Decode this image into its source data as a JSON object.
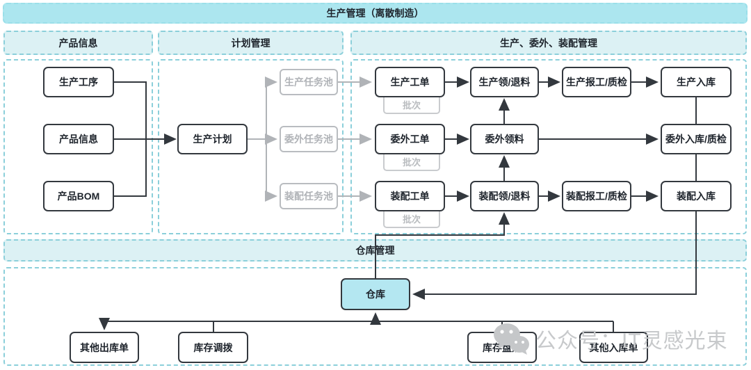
{
  "banner": {
    "title": "生产管理（离散制造）"
  },
  "sections": {
    "product": {
      "header": "产品信息",
      "boxes": [
        "生产工序",
        "产品信息",
        "产品BOM"
      ]
    },
    "plan": {
      "header": "计划管理",
      "plan_box": "生产计划",
      "pools": [
        "生产任务池",
        "委外任务池",
        "装配任务池"
      ]
    },
    "production": {
      "header": "生产、委外、装配管理",
      "rows": [
        {
          "order": "生产工单",
          "batch": "批次",
          "material": "生产领/退料",
          "report": "生产报工/质检",
          "inbound": "生产入库"
        },
        {
          "order": "委外工单",
          "batch": "批次",
          "material": "委外领料",
          "inbound": "委外入库/质检"
        },
        {
          "order": "装配工单",
          "batch": "批次",
          "material": "装配领/退料",
          "report": "装配报工/质检",
          "inbound": "装配入库"
        }
      ]
    },
    "warehouse": {
      "header": "仓库管理",
      "warehouse_box": "仓库",
      "boxes": [
        "其他出库单",
        "库存调拨",
        "库存盘点",
        "其他入库单"
      ]
    }
  },
  "watermark": {
    "icon": "wechat-icon",
    "text": "公众号：IT灵感光束"
  },
  "colors": {
    "banner_fill": "#ace6ef",
    "header_fill": "#dcf1f4",
    "dashed_border": "#8bcfda",
    "node_border": "#33383e",
    "warehouse_fill": "#b4e7f1",
    "muted_gray": "#b0b3b7"
  }
}
